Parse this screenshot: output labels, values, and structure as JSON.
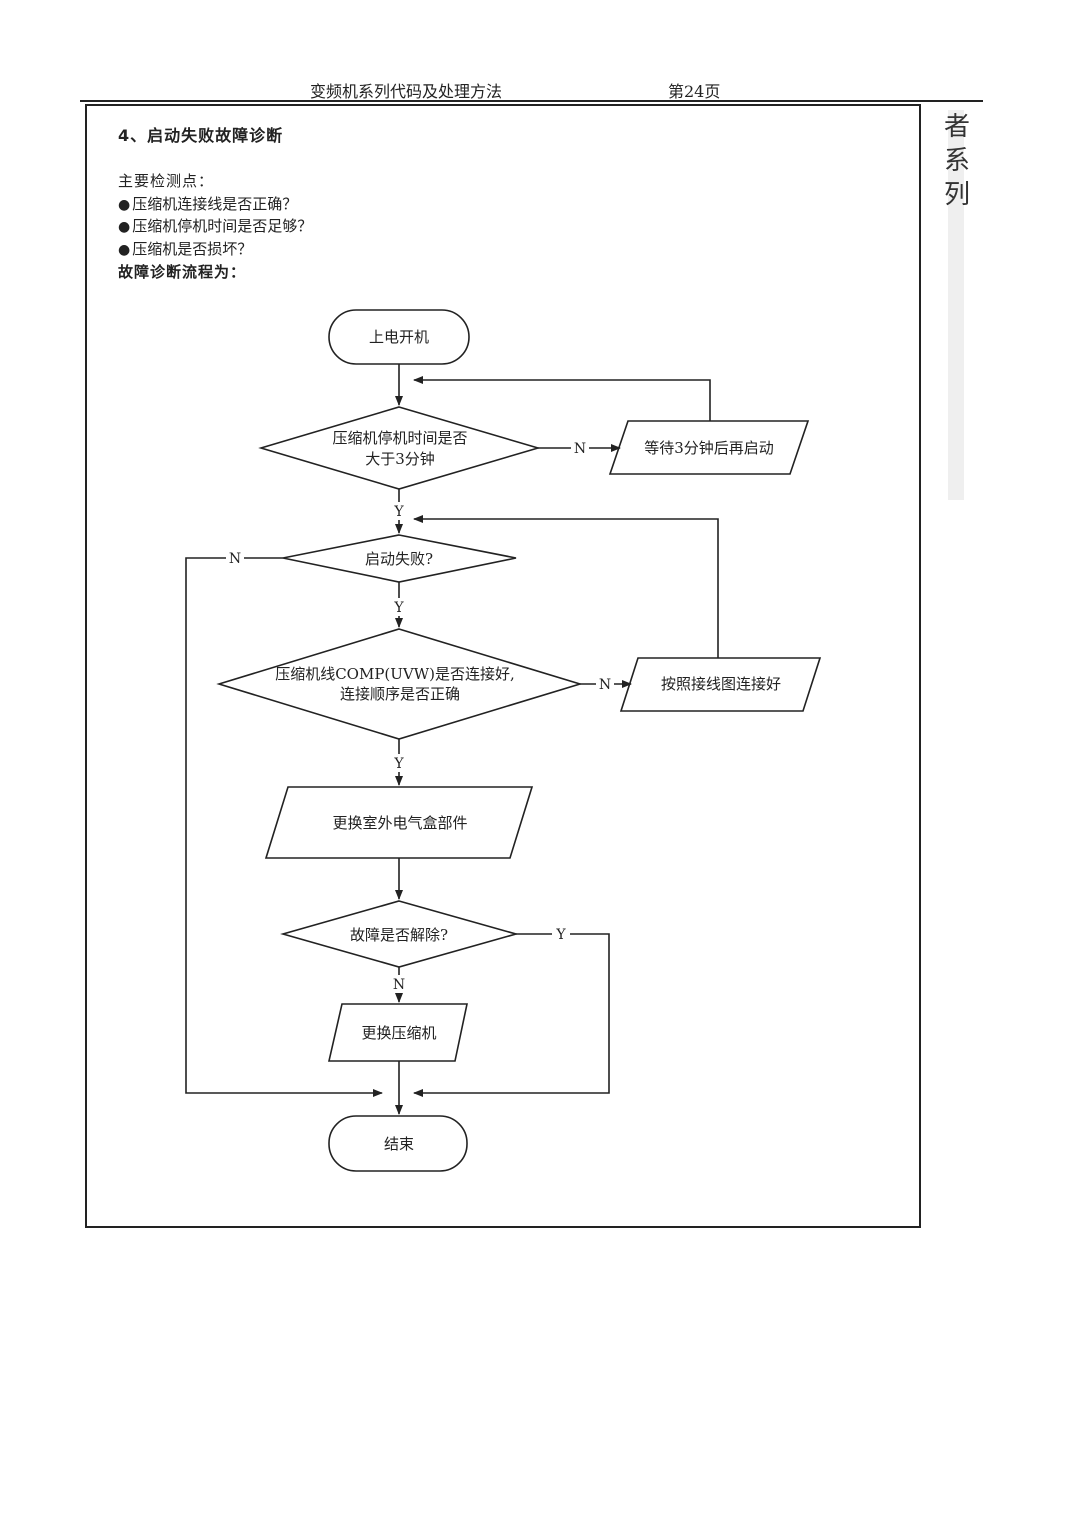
{
  "header": {
    "title": "变频机系列代码及处理方法",
    "page": "第24页"
  },
  "side_text": [
    "者",
    "系",
    "列"
  ],
  "section": {
    "title": "4、启动失败故障诊断",
    "check_heading": "主要检测点：",
    "check_items": [
      "压缩机连接线是否正确？",
      "压缩机停机时间是否足够？",
      "压缩机是否损坏？"
    ],
    "flow_heading": "故障诊断流程为："
  },
  "flowchart": {
    "start": "上电开机",
    "decision_stop_time": [
      "压缩机停机时间是否",
      "大于3分钟"
    ],
    "wait_restart": "等待3分钟后再启动",
    "decision_start_fail": "启动失败?",
    "decision_wiring": [
      "压缩机线COMP(UVW)是否连接好,",
      "连接顺序是否正确"
    ],
    "connect_per_diagram": "按照接线图连接好",
    "replace_outdoor_box": "更换室外电气盒部件",
    "decision_resolved": "故障是否解除?",
    "replace_compressor": "更换压缩机",
    "end": "结束",
    "yes": "Y",
    "no": "N"
  }
}
